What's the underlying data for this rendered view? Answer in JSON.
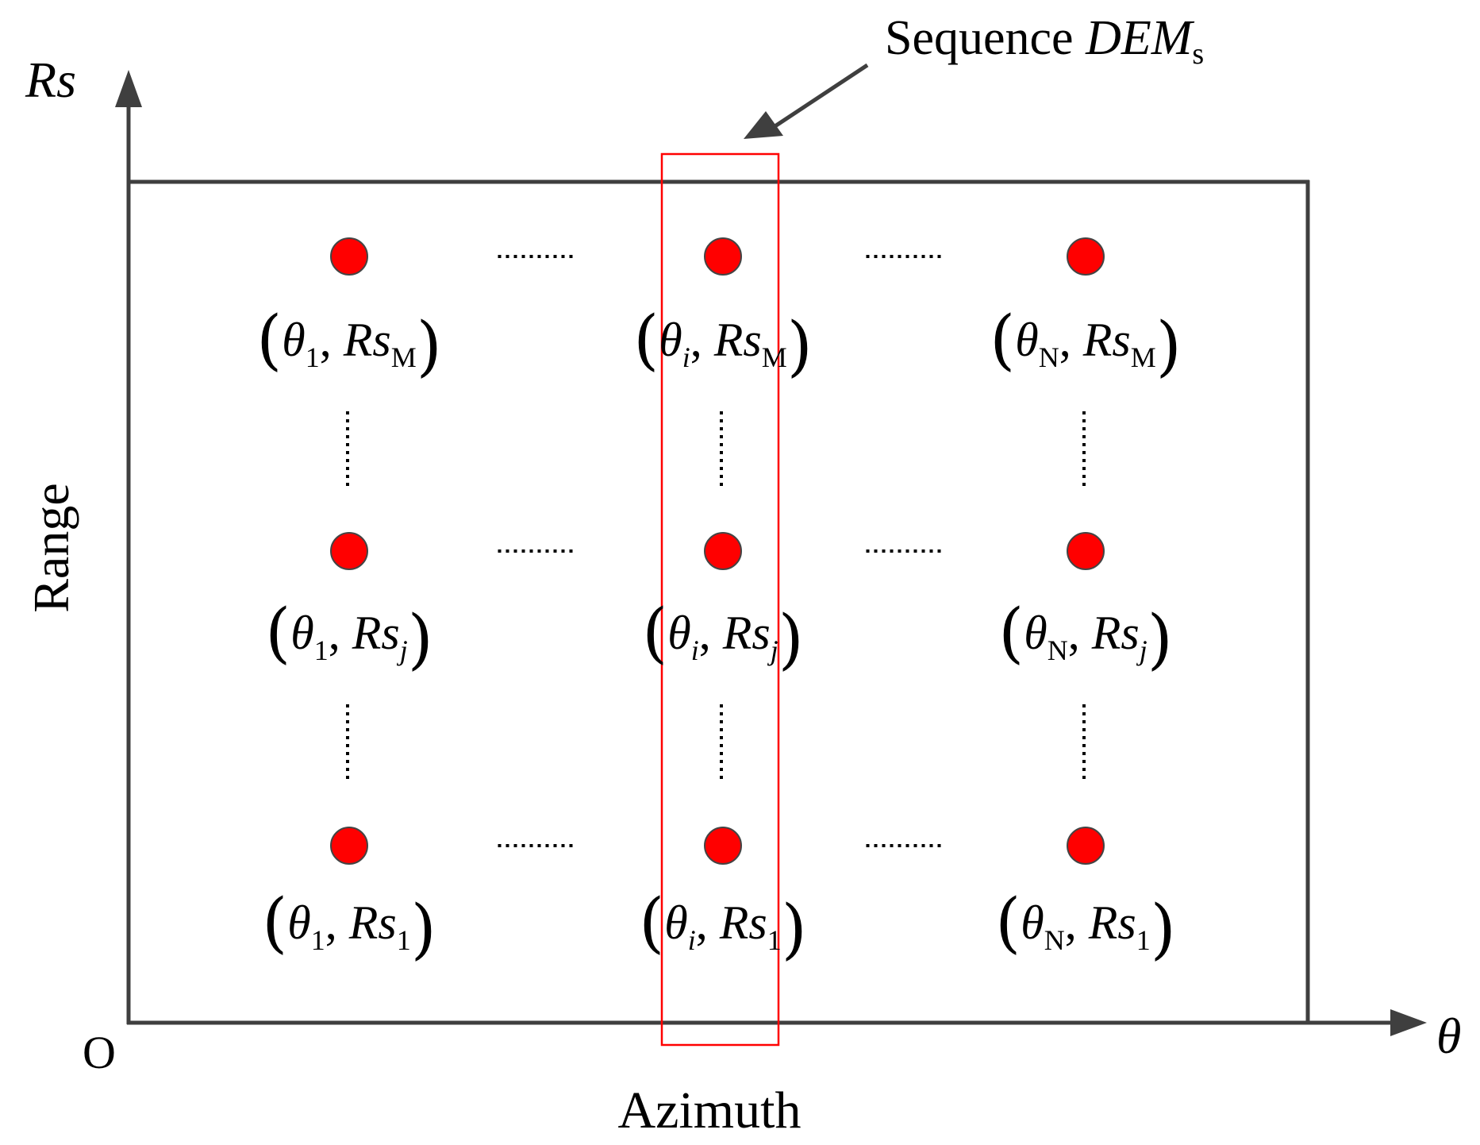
{
  "axes": {
    "y_axis_label": "Rs",
    "x_axis_symbol": "θ",
    "origin_label": "O",
    "y_axis_title": "Range",
    "x_axis_title": "Azimuth",
    "axis_color": "#3f3f3f"
  },
  "callout": {
    "prefix": "Sequence ",
    "main": "DEM",
    "subscript": "s",
    "box_color": "#ff0000"
  },
  "grid": {
    "point_color": "#ff0000",
    "ellipsis": "……",
    "columns": [
      {
        "theta_sub": "1",
        "sub_italic": false
      },
      {
        "theta_sub": "i",
        "sub_italic": true
      },
      {
        "theta_sub": "N",
        "sub_italic": false
      }
    ],
    "rows": [
      {
        "rs_sub": "M",
        "sub_italic": false
      },
      {
        "rs_sub": "j",
        "sub_italic": true
      },
      {
        "rs_sub": "1",
        "sub_italic": false
      }
    ],
    "labels": {
      "theta": "θ",
      "comma": ",",
      "rs": "Rs",
      "open_paren": "(",
      "close_paren": ")"
    }
  }
}
